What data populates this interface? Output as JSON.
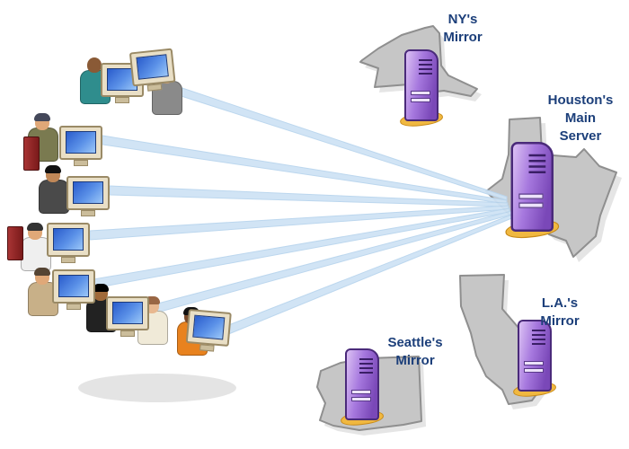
{
  "diagram": {
    "type": "network-topology",
    "labels": {
      "ny": "NY's\nMirror",
      "houston": "Houston's\nMain\nServer",
      "la": "L.A.'s\nMirror",
      "seattle": "Seattle's\nMirror"
    },
    "nodes": [
      {
        "id": "users",
        "kind": "client-cluster"
      },
      {
        "id": "houston",
        "kind": "main-server",
        "label_key": "houston"
      },
      {
        "id": "ny",
        "kind": "mirror-server",
        "label_key": "ny"
      },
      {
        "id": "la",
        "kind": "mirror-server",
        "label_key": "la"
      },
      {
        "id": "seattle",
        "kind": "mirror-server",
        "label_key": "seattle"
      }
    ],
    "connections": [
      {
        "from": "users",
        "to": "houston",
        "count": 7
      }
    ],
    "colors": {
      "background": "#ffffff",
      "beam": "#cfe3f5",
      "label_text": "#1c3f7a",
      "server_purple": "#9b6cd6",
      "server_base_yellow": "#f0b840",
      "state_fill": "#c6c6c6",
      "state_stroke": "#8f8f8f"
    }
  }
}
